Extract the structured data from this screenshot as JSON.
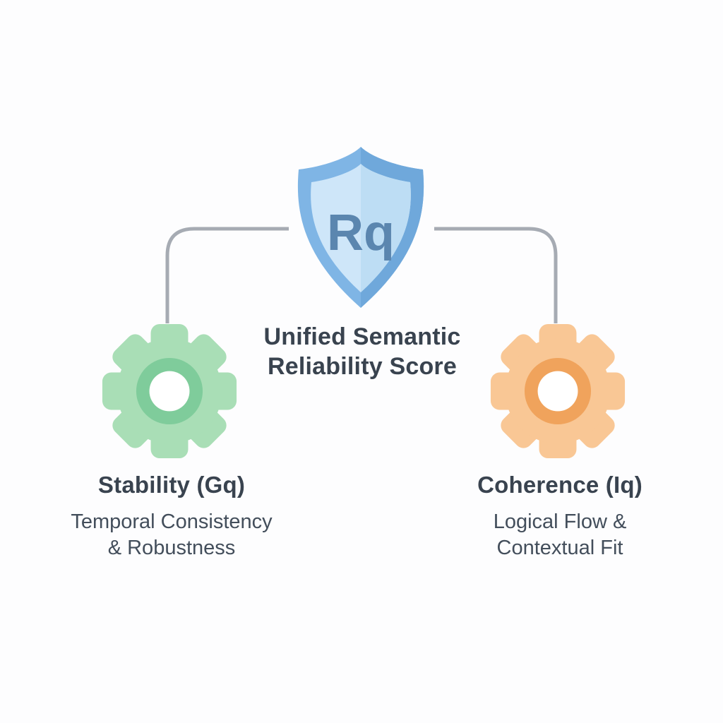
{
  "diagram": {
    "root": {
      "symbol": "Rq",
      "title_lines": [
        "Unified Semantic",
        "Reliability Score"
      ]
    },
    "left_branch": {
      "heading": "Stability (Gq)",
      "subtitle_lines": [
        "Temporal Consistency",
        "& Robustness"
      ]
    },
    "right_branch": {
      "heading": "Coherence (Iq)",
      "subtitle_lines": [
        "Logical Flow &",
        "Contextual Fit"
      ]
    },
    "colors": {
      "shield_border": "#7fb5e5",
      "shield_border_dark": "#6fa8db",
      "shield_fill": "#cee6f9",
      "shield_fill_dark": "#bdddf4",
      "symbol_text": "#5b86af",
      "gear_green_body": "#a9deb6",
      "gear_green_ring": "#7fcc9b",
      "gear_orange_body": "#f9c795",
      "gear_orange_ring": "#f0a35c",
      "gear_center": "#ffffff",
      "connector_gray": "#a6abb3",
      "heading_text": "#39434f",
      "subtitle_text": "#434e5b"
    }
  }
}
